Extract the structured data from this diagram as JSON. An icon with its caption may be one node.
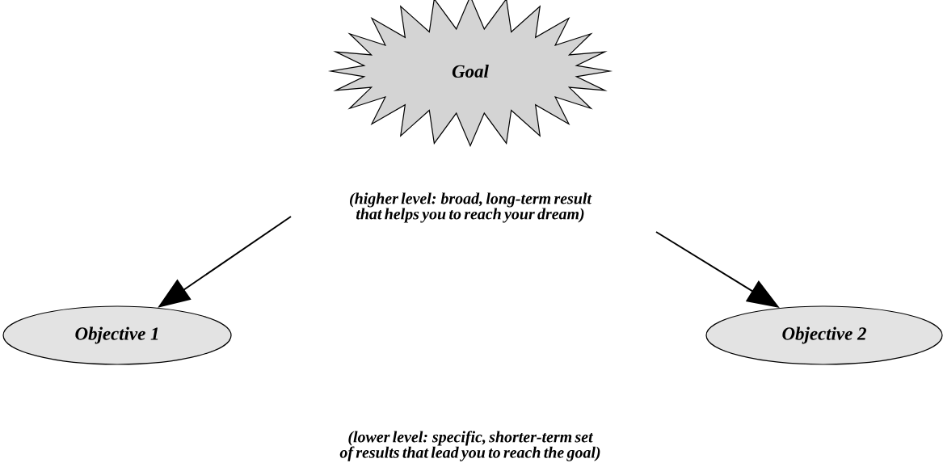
{
  "diagram": {
    "nodes": [
      {
        "text": [
          "Goal"
        ]
      },
      {
        "text": [
          "(higher level: broad, long-term result that helps you to reach your dream)"
        ]
      },
      {
        "text": [
          "Objective 1"
        ]
      },
      {
        "text": [
          "Objective 2"
        ]
      }
    ],
    "edges": [
      {
        "from": 1,
        "to": 2,
        "arrow": "to"
      },
      {
        "from": 1,
        "to": 3,
        "arrow": "to"
      }
    ],
    "labels": [
      "(lower level: specific, shorter-term set of results that lead you to reach the goal)"
    ]
  }
}
